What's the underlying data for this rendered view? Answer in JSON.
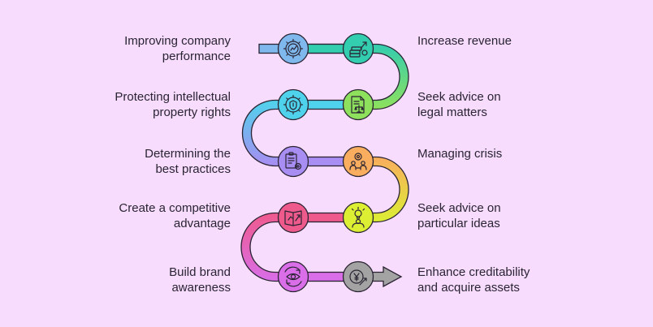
{
  "steps": [
    {
      "left": [
        "Improving company",
        "performance"
      ],
      "right": [
        "Increase revenue"
      ],
      "left_icon": "gear-chart-icon",
      "right_icon": "money-growth-icon",
      "left_color": "#7fb8ec",
      "right_color": "#33cdb0"
    },
    {
      "left": [
        "Protecting intellectual",
        "property rights"
      ],
      "right": [
        "Seek advice on",
        "legal matters"
      ],
      "left_icon": "shield-gear-icon",
      "right_icon": "legal-document-icon",
      "left_color": "#4fd3ec",
      "right_color": "#8ee15c"
    },
    {
      "left": [
        "Determining the",
        "best practices"
      ],
      "right": [
        "Managing crisis"
      ],
      "left_icon": "clipboard-gear-icon",
      "right_icon": "crisis-management-icon",
      "left_color": "#a88df2",
      "right_color": "#f9ad5e"
    },
    {
      "left": [
        "Create a competitive",
        "advantage"
      ],
      "right": [
        "Seek advice on",
        "particular ideas"
      ],
      "left_icon": "strategy-book-icon",
      "right_icon": "idea-person-icon",
      "left_color": "#ef5a8d",
      "right_color": "#dcef33"
    },
    {
      "left": [
        "Build brand",
        "awareness"
      ],
      "right": [
        "Enhance creditability",
        "and acquire assets"
      ],
      "left_icon": "eye-refresh-icon",
      "right_icon": "yen-growth-icon",
      "left_color": "#d96ee8",
      "right_color": "#a3a3a3"
    }
  ]
}
